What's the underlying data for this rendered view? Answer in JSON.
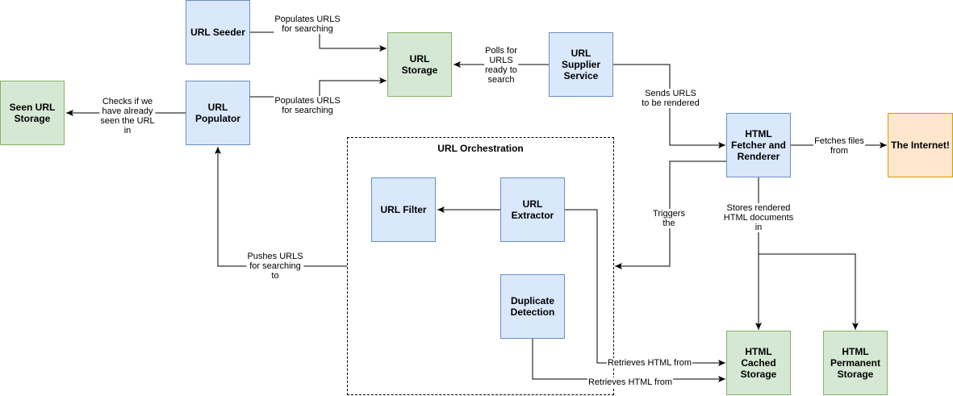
{
  "nodes": {
    "url_seeder": "URL Seeder",
    "url_storage": "URL\nStorage",
    "url_supplier": "URL\nSupplier\nService",
    "seen_url_storage": "Seen URL\nStorage",
    "url_populator": "URL\nPopulator",
    "html_fetcher": "HTML\nFetcher and\nRenderer",
    "the_internet": "The Internet!",
    "url_filter": "URL Filter",
    "url_extractor": "URL\nExtractor",
    "duplicate_detection": "Duplicate\nDetection",
    "html_cached": "HTML\nCached\nStorage",
    "html_permanent": "HTML\nPermanent\nStorage"
  },
  "group": {
    "title": "URL Orchestration"
  },
  "edges": {
    "seeder_to_storage": "Populates URLS\nfor searching",
    "populator_to_storage": "Populates URLS\nfor searching",
    "supplier_polls": "Polls for\nURLS\nready to\nsearch",
    "populator_checks": "Checks if we\nhave already\nseen the URL\nin",
    "sends_urls": "Sends URLS\nto be rendered",
    "fetches_files": "Fetches files\nfrom",
    "triggers": "Triggers\nthe",
    "stores_rendered": "Stores rendered\nHTML documents\nin",
    "pushes_urls": "Pushes URLS\nfor searching\nto",
    "extractor_retrieves": "Retrieves HTML from",
    "duplicate_retrieves": "Retrieves HTML from"
  },
  "colors": {
    "blue_fill": "#dae8fc",
    "blue_stroke": "#6c8ebf",
    "green_fill": "#d5e8d4",
    "green_stroke": "#82b366",
    "orange_fill": "#ffe6cc",
    "orange_stroke": "#d79b00"
  }
}
